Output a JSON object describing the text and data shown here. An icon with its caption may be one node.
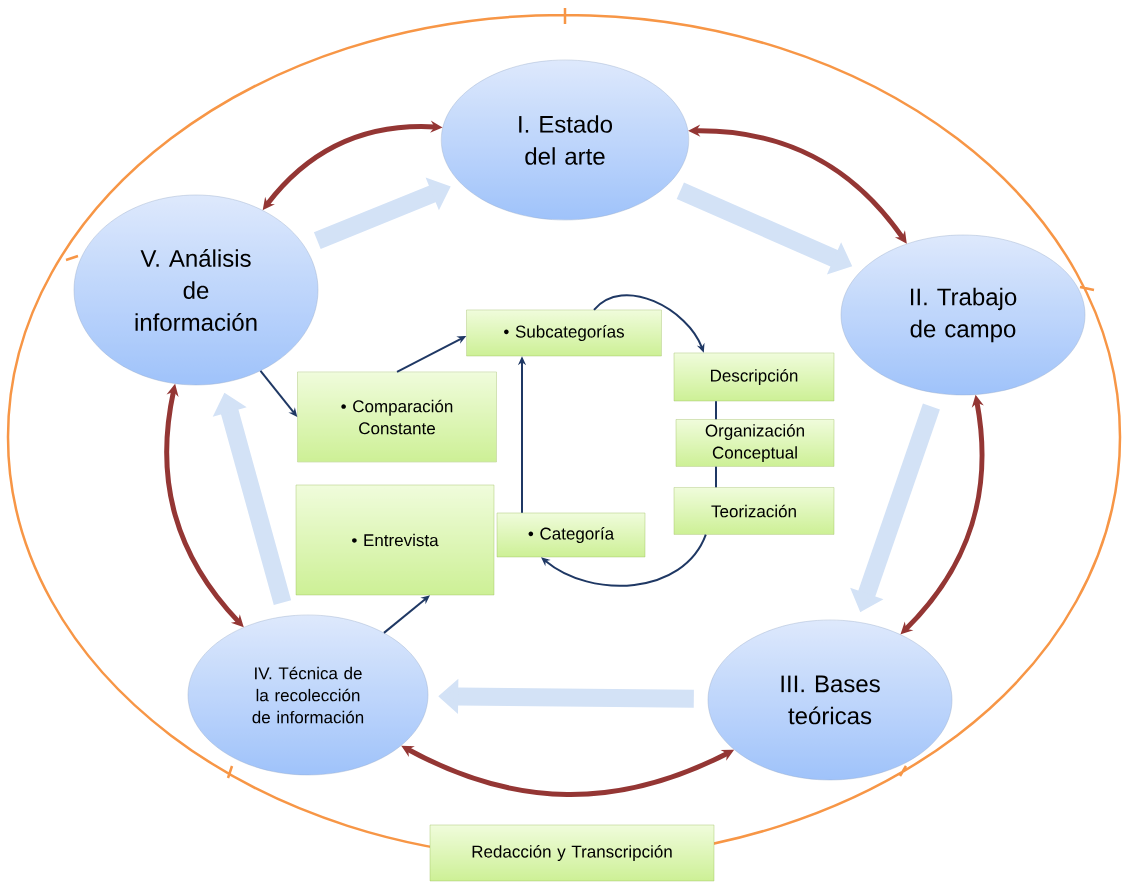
{
  "diagram": {
    "nodes": [
      {
        "text": [
          "I. Estado del arte"
        ]
      },
      {
        "text": [
          "II. Trabajo de campo"
        ]
      },
      {
        "text": [
          "III. Bases teóricas"
        ]
      },
      {
        "text": [
          "IV. Técnica de la recolección de información"
        ]
      },
      {
        "text": [
          "V. Análisis de información"
        ]
      },
      {
        "text": [
          "• Subcategorías"
        ]
      },
      {
        "text": [
          "• Comparación Constante"
        ]
      },
      {
        "text": [
          "• Entrevista"
        ]
      },
      {
        "text": [
          "• Categoría"
        ]
      },
      {
        "text": [
          "Descripción"
        ]
      },
      {
        "text": [
          "Organización Conceptual"
        ]
      },
      {
        "text": [
          "Teorización"
        ]
      },
      {
        "text": [
          "Redacción y Transcripción"
        ]
      }
    ],
    "edges": [
      {
        "from": 4,
        "to": 0,
        "arrow": "both",
        "color": "#943634"
      },
      {
        "from": 0,
        "to": 1,
        "arrow": "both",
        "color": "#943634"
      },
      {
        "from": 1,
        "to": 2,
        "arrow": "both",
        "color": "#943634"
      },
      {
        "from": 2,
        "to": 3,
        "arrow": "both",
        "color": "#943634"
      },
      {
        "from": 3,
        "to": 4,
        "arrow": "both",
        "color": "#943634"
      },
      {
        "from": 4,
        "to": 0,
        "arrow": "to",
        "style": "thick",
        "color": "#d3e2f6"
      },
      {
        "from": 0,
        "to": 1,
        "arrow": "to",
        "style": "thick",
        "color": "#d3e2f6"
      },
      {
        "from": 1,
        "to": 2,
        "arrow": "to",
        "style": "thick",
        "color": "#d3e2f6"
      },
      {
        "from": 2,
        "to": 3,
        "arrow": "to",
        "style": "thick",
        "color": "#d3e2f6"
      },
      {
        "from": 3,
        "to": 4,
        "arrow": "to",
        "style": "thick",
        "color": "#d3e2f6"
      },
      {
        "from": 4,
        "to": 6,
        "arrow": "to"
      },
      {
        "from": 6,
        "to": 5,
        "arrow": "to"
      },
      {
        "from": 3,
        "to": 7,
        "arrow": "to"
      },
      {
        "from": 8,
        "to": 5,
        "arrow": "to"
      },
      {
        "from": 5,
        "to": 9,
        "arrow": "to"
      },
      {
        "from": 9,
        "to": 10,
        "arrow": "none"
      },
      {
        "from": 10,
        "to": 11,
        "arrow": "none"
      },
      {
        "from": 11,
        "to": 8,
        "arrow": "to"
      }
    ]
  }
}
